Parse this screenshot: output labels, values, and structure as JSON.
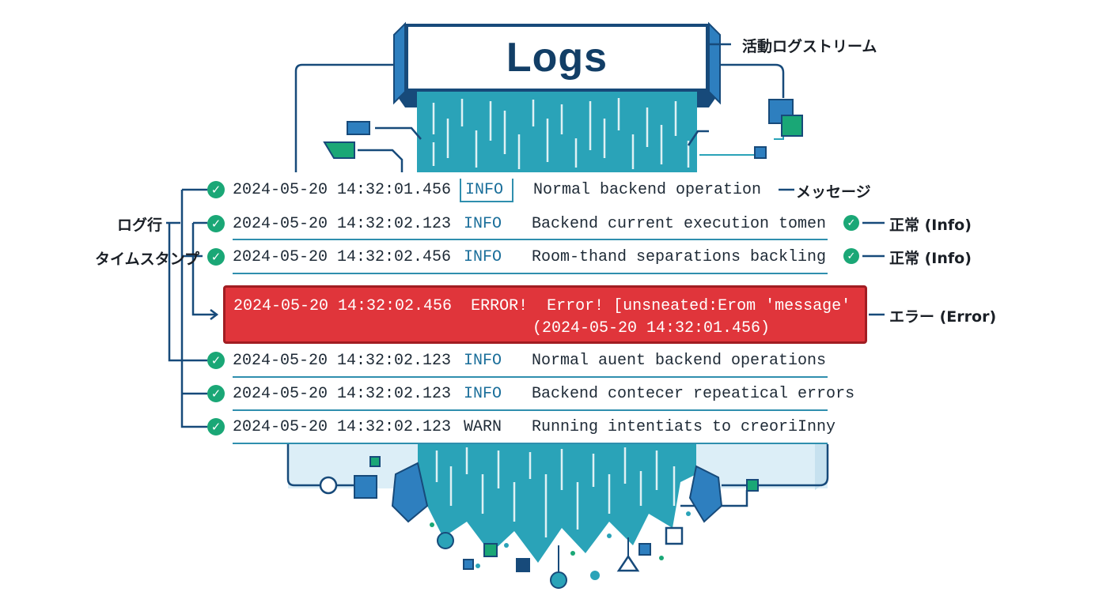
{
  "banner": {
    "title": "Logs"
  },
  "annotations": {
    "activity_stream": "活動ログストリーム",
    "message": "メッセージ",
    "log_line": "ログ行",
    "timestamp": "タイムスタンプ",
    "normal_info_1": "正常 (Info)",
    "normal_info_2": "正常 (Info)",
    "error": "エラー (Error)"
  },
  "logs": [
    {
      "timestamp": "2024-05-20 14:32:01.456",
      "level": "INFO",
      "message": "Normal backend operation",
      "status_icon": "check-circle-icon"
    },
    {
      "timestamp": "2024-05-20 14:32:02.123",
      "level": "INFO",
      "message": "Backend current execution tomen",
      "status_icon": "check-circle-icon"
    },
    {
      "timestamp": "2024-05-20 14:32:02.456",
      "level": "INFO",
      "message": "Room-thand separations backling",
      "status_icon": "check-circle-icon"
    },
    {
      "timestamp": "2024-05-20 14:32:02.456",
      "level": "ERROR!",
      "message": "Error! [unsneated:Erom 'message'",
      "message_line2": "(2024-05-20 14:32:01.456)"
    },
    {
      "timestamp": "2024-05-20 14:32:02.123",
      "level": "INFO",
      "message": "Normal auent backend operations",
      "status_icon": "check-circle-icon"
    },
    {
      "timestamp": "2024-05-20 14:32:02.123",
      "level": "INFO",
      "message": "Backend contecer repeatical errors",
      "status_icon": "check-circle-icon"
    },
    {
      "timestamp": "2024-05-20 14:32:02.123",
      "level": "WARN",
      "message": "Running intentiats to creoriInny",
      "status_icon": "check-circle-icon"
    }
  ],
  "colors": {
    "navy": "#174a7a",
    "teal": "#2aa3b8",
    "blue": "#2e7fbf",
    "green": "#1aa776",
    "error_red": "#e0353b",
    "pale_blue": "#dceef7"
  }
}
